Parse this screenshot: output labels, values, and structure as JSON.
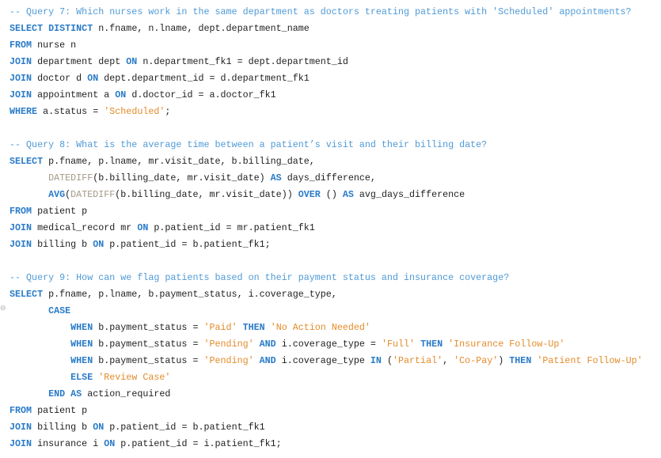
{
  "editor": {
    "lines": [
      [
        [
          "c",
          "-- Query 7: Which nurses work in the same department as doctors treating patients with 'Scheduled' appointments?"
        ]
      ],
      [
        [
          "k",
          "SELECT DISTINCT"
        ],
        [
          "p",
          " n.fname, n.lname, dept.department_name"
        ]
      ],
      [
        [
          "k",
          "FROM"
        ],
        [
          "p",
          " nurse n"
        ]
      ],
      [
        [
          "k",
          "JOIN"
        ],
        [
          "p",
          " department dept "
        ],
        [
          "k",
          "ON"
        ],
        [
          "p",
          " n.department_fk1 = dept.department_id"
        ]
      ],
      [
        [
          "k",
          "JOIN"
        ],
        [
          "p",
          " doctor d "
        ],
        [
          "k",
          "ON"
        ],
        [
          "p",
          " dept.department_id = d.department_fk1"
        ]
      ],
      [
        [
          "k",
          "JOIN"
        ],
        [
          "p",
          " appointment a "
        ],
        [
          "k",
          "ON"
        ],
        [
          "p",
          " d.doctor_id = a.doctor_fk1"
        ]
      ],
      [
        [
          "k",
          "WHERE"
        ],
        [
          "p",
          " a.status = "
        ],
        [
          "s",
          "'Scheduled'"
        ],
        [
          "p",
          ";"
        ]
      ],
      [],
      [
        [
          "c",
          "-- Query 8: What is the average time between a patient’s visit and their billing date?"
        ]
      ],
      [
        [
          "k",
          "SELECT"
        ],
        [
          "p",
          " p.fname, p.lname, mr.visit_date, b.billing_date,"
        ]
      ],
      [
        [
          "p",
          "       "
        ],
        [
          "f",
          "DATEDIFF"
        ],
        [
          "p",
          "(b.billing_date, mr.visit_date) "
        ],
        [
          "k",
          "AS"
        ],
        [
          "p",
          " days_difference,"
        ]
      ],
      [
        [
          "p",
          "       "
        ],
        [
          "k",
          "AVG"
        ],
        [
          "p",
          "("
        ],
        [
          "f",
          "DATEDIFF"
        ],
        [
          "p",
          "(b.billing_date, mr.visit_date)) "
        ],
        [
          "k",
          "OVER"
        ],
        [
          "p",
          " () "
        ],
        [
          "k",
          "AS"
        ],
        [
          "p",
          " avg_days_difference"
        ]
      ],
      [
        [
          "k",
          "FROM"
        ],
        [
          "p",
          " patient p"
        ]
      ],
      [
        [
          "k",
          "JOIN"
        ],
        [
          "p",
          " medical_record mr "
        ],
        [
          "k",
          "ON"
        ],
        [
          "p",
          " p.patient_id = mr.patient_fk1"
        ]
      ],
      [
        [
          "k",
          "JOIN"
        ],
        [
          "p",
          " billing b "
        ],
        [
          "k",
          "ON"
        ],
        [
          "p",
          " p.patient_id = b.patient_fk1;"
        ]
      ],
      [],
      [
        [
          "c",
          "-- Query 9: How can we flag patients based on their payment status and insurance coverage?"
        ]
      ],
      [
        [
          "k",
          "SELECT"
        ],
        [
          "p",
          " p.fname, p.lname, b.payment_status, i.coverage_type,"
        ]
      ],
      [
        [
          "p",
          "       "
        ],
        [
          "k",
          "CASE"
        ]
      ],
      [
        [
          "p",
          "           "
        ],
        [
          "k",
          "WHEN"
        ],
        [
          "p",
          " b.payment_status = "
        ],
        [
          "s",
          "'Paid'"
        ],
        [
          "p",
          " "
        ],
        [
          "k",
          "THEN"
        ],
        [
          "p",
          " "
        ],
        [
          "s",
          "'No Action Needed'"
        ]
      ],
      [
        [
          "p",
          "           "
        ],
        [
          "k",
          "WHEN"
        ],
        [
          "p",
          " b.payment_status = "
        ],
        [
          "s",
          "'Pending'"
        ],
        [
          "p",
          " "
        ],
        [
          "k",
          "AND"
        ],
        [
          "p",
          " i.coverage_type = "
        ],
        [
          "s",
          "'Full'"
        ],
        [
          "p",
          " "
        ],
        [
          "k",
          "THEN"
        ],
        [
          "p",
          " "
        ],
        [
          "s",
          "'Insurance Follow-Up'"
        ]
      ],
      [
        [
          "p",
          "           "
        ],
        [
          "k",
          "WHEN"
        ],
        [
          "p",
          " b.payment_status = "
        ],
        [
          "s",
          "'Pending'"
        ],
        [
          "p",
          " "
        ],
        [
          "k",
          "AND"
        ],
        [
          "p",
          " i.coverage_type "
        ],
        [
          "k",
          "IN"
        ],
        [
          "p",
          " ("
        ],
        [
          "s",
          "'Partial'"
        ],
        [
          "p",
          ", "
        ],
        [
          "s",
          "'Co-Pay'"
        ],
        [
          "p",
          ") "
        ],
        [
          "k",
          "THEN"
        ],
        [
          "p",
          " "
        ],
        [
          "s",
          "'Patient Follow-Up'"
        ]
      ],
      [
        [
          "p",
          "           "
        ],
        [
          "k",
          "ELSE"
        ],
        [
          "p",
          " "
        ],
        [
          "s",
          "'Review Case'"
        ]
      ],
      [
        [
          "p",
          "       "
        ],
        [
          "k",
          "END AS"
        ],
        [
          "p",
          " action_required"
        ]
      ],
      [
        [
          "k",
          "FROM"
        ],
        [
          "p",
          " patient p"
        ]
      ],
      [
        [
          "k",
          "JOIN"
        ],
        [
          "p",
          " billing b "
        ],
        [
          "k",
          "ON"
        ],
        [
          "p",
          " p.patient_id = b.patient_fk1"
        ]
      ],
      [
        [
          "k",
          "JOIN"
        ],
        [
          "p",
          " insurance i "
        ],
        [
          "k",
          "ON"
        ],
        [
          "p",
          " p.patient_id = i.patient_fk1;"
        ]
      ]
    ]
  }
}
